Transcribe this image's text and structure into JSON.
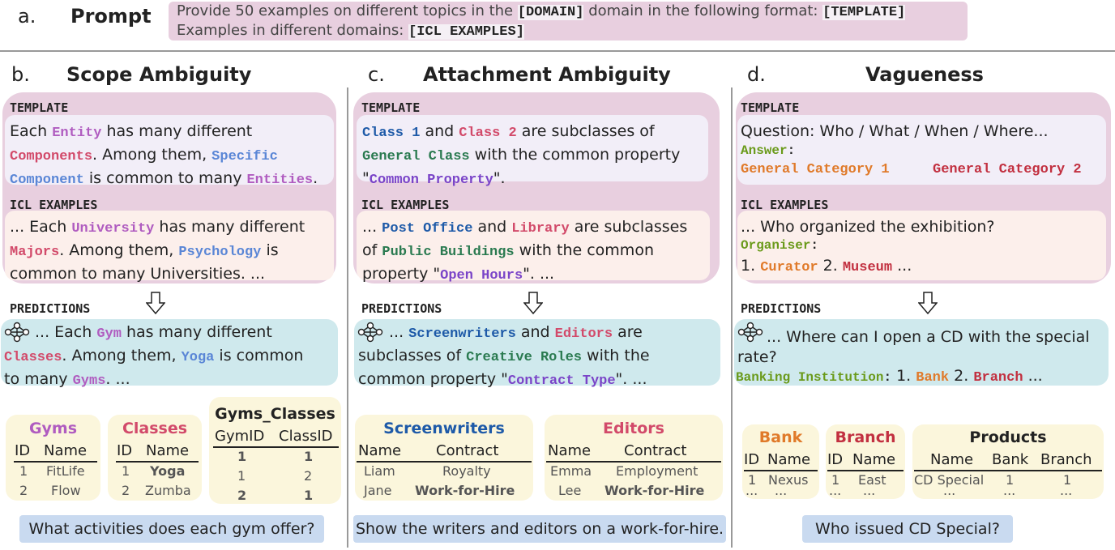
{
  "prompt": {
    "letter": "a.",
    "title": "Prompt",
    "line1_pre": "Provide 50 examples on different topics in the",
    "line1_domain": "[DOMAIN]",
    "line1_mid": "domain in the following format:",
    "line1_template": "[TEMPLATE]",
    "line2_pre": "Examples in different domains:",
    "line2_icl": "[ICL EXAMPLES]"
  },
  "labels": {
    "template": "TEMPLATE",
    "icl": "ICL EXAMPLES",
    "predictions": "PREDICTIONS"
  },
  "scope": {
    "letter": "b.",
    "title": "Scope Ambiguity",
    "template": {
      "t1": "Each",
      "entity": "Entity",
      "t2": "has many different",
      "components": "Components",
      "t3": ". Among them,",
      "specific": "Specific",
      "component": "Component",
      "t4": "is common to many",
      "entities": "Entities",
      "t5": "."
    },
    "icl": {
      "t1": "... Each",
      "university": "University",
      "t2": "has many different",
      "majors": "Majors",
      "t3": ". Among them,",
      "psychology": "Psychology",
      "t4": "is",
      "t5": "common to many Universities. ..."
    },
    "pred": {
      "t1": "... Each",
      "gym": "Gym",
      "t2": "has many different",
      "classes": "Classes",
      "t3": ". Among them,",
      "yoga": "Yoga",
      "t4": "is common",
      "t5": "to many",
      "gyms": "Gyms",
      "t6": ". ..."
    },
    "tables": {
      "gyms": {
        "title": "Gyms",
        "headers": [
          "ID",
          "Name"
        ],
        "rows": [
          [
            "1",
            "FitLife"
          ],
          [
            "2",
            "Flow"
          ]
        ]
      },
      "classes": {
        "title": "Classes",
        "headers": [
          "ID",
          "Name"
        ],
        "rows": [
          [
            "1",
            "Yoga"
          ],
          [
            "2",
            "Zumba"
          ]
        ]
      },
      "junction": {
        "title": "Gyms_Classes",
        "headers": [
          "GymID",
          "ClassID"
        ],
        "rows": [
          [
            "1",
            "1"
          ],
          [
            "1",
            "2"
          ],
          [
            "2",
            "1"
          ]
        ]
      }
    },
    "question": "What activities does each gym offer?"
  },
  "attach": {
    "letter": "c.",
    "title": "Attachment Ambiguity",
    "template": {
      "class1": "Class 1",
      "t1": "and",
      "class2": "Class 2",
      "t2": "are subclasses of",
      "general": "General Class",
      "t3": "with the common property",
      "q1": "\"",
      "common": "Common Property",
      "q2": "\"."
    },
    "icl": {
      "t1": "...",
      "post": "Post Office",
      "t2": "and",
      "library": "Library",
      "t3": "are subclasses",
      "t4": "of",
      "public": "Public Buildings",
      "t5": "with the common",
      "t6": "property \"",
      "open": "Open Hours",
      "t7": "\". ..."
    },
    "pred": {
      "t1": "...",
      "screenwriters": "Screenwriters",
      "t2": "and",
      "editors": "Editors",
      "t3": "are",
      "t4": "subclasses of",
      "creative": "Creative Roles",
      "t5": "with the",
      "t6": "common property \"",
      "contract": "Contract Type",
      "t7": "\". ..."
    },
    "tables": {
      "screenwriters": {
        "title": "Screenwriters",
        "headers": [
          "Name",
          "Contract"
        ],
        "rows": [
          [
            "Liam",
            "Royalty"
          ],
          [
            "Jane",
            "Work-for-Hire"
          ]
        ]
      },
      "editors": {
        "title": "Editors",
        "headers": [
          "Name",
          "Contract"
        ],
        "rows": [
          [
            "Emma",
            "Employment"
          ],
          [
            "Lee",
            "Work-for-Hire"
          ]
        ]
      }
    },
    "question": "Show the writers and editors on a work-for-hire."
  },
  "vague": {
    "letter": "d.",
    "title": "Vagueness",
    "template": {
      "question": "Question: Who / What / When / Where...",
      "answer": "Answer",
      "colon": ":",
      "cat1": "General Category 1",
      "cat2": "General Category 2"
    },
    "icl": {
      "question": "... Who organized the exhibition?",
      "organiser": "Organiser",
      "colon": ":",
      "n1": "1.",
      "curator": "Curator",
      "n2": "2.",
      "museum": "Museum",
      "end": "..."
    },
    "pred": {
      "t1": "... Where can I open a CD with the special",
      "t2": "rate?",
      "banking": "Banking Institution",
      "colon": ":",
      "n1": "1.",
      "bank": "Bank",
      "n2": "2.",
      "branch": "Branch",
      "end": "..."
    },
    "tables": {
      "bank": {
        "title": "Bank",
        "headers": [
          "ID",
          "Name"
        ],
        "rows": [
          [
            "1",
            "Nexus"
          ],
          [
            "...",
            "..."
          ]
        ]
      },
      "branch": {
        "title": "Branch",
        "headers": [
          "ID",
          "Name"
        ],
        "rows": [
          [
            "1",
            "East"
          ],
          [
            "...",
            "..."
          ]
        ]
      },
      "products": {
        "title": "Products",
        "headers": [
          "Name",
          "Bank",
          "Branch"
        ],
        "rows": [
          [
            "CD Special",
            "1",
            "1"
          ],
          [
            "...",
            "...",
            "..."
          ]
        ]
      }
    },
    "question": "Who issued CD Special?"
  },
  "colors": {
    "template_bg": "#e8cfdf",
    "inner_bg": "#f2eef8",
    "icl_bg": "#fcefeb",
    "pred_bg": "#cfe9ed",
    "table_bg": "#fbf6dc",
    "question_bg": "#c9daf0"
  }
}
